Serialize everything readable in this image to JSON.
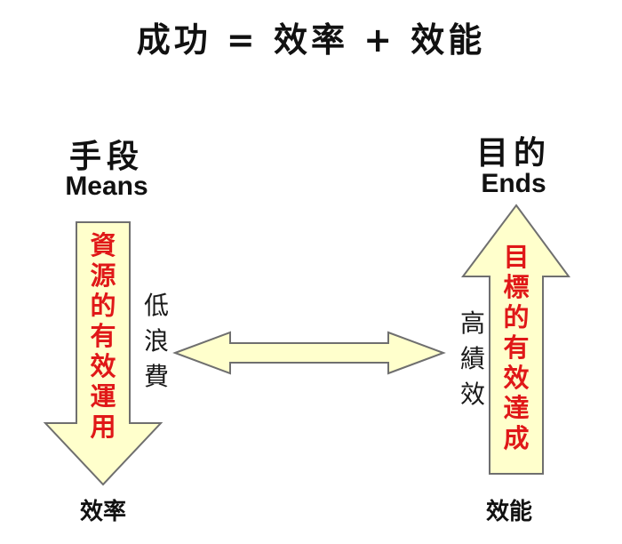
{
  "title": "成功 = 效率 + 效能",
  "left": {
    "heading_cn": "手段",
    "heading_en": "Means",
    "arrow_text": [
      "資",
      "源",
      "的",
      "有",
      "效",
      "運",
      "用"
    ],
    "side_text": [
      "低",
      "浪",
      "費"
    ],
    "bottom": "效率"
  },
  "right": {
    "heading_cn": "目的",
    "heading_en": "Ends",
    "arrow_text": [
      "目",
      "標",
      "的",
      "有",
      "效",
      "達",
      "成"
    ],
    "side_text": [
      "高",
      "績",
      "效"
    ],
    "bottom": "效能"
  },
  "colors": {
    "arrow_fill": "#ffffcc",
    "arrow_stroke": "#6f6f6f",
    "arrow_text": "#e01818"
  }
}
